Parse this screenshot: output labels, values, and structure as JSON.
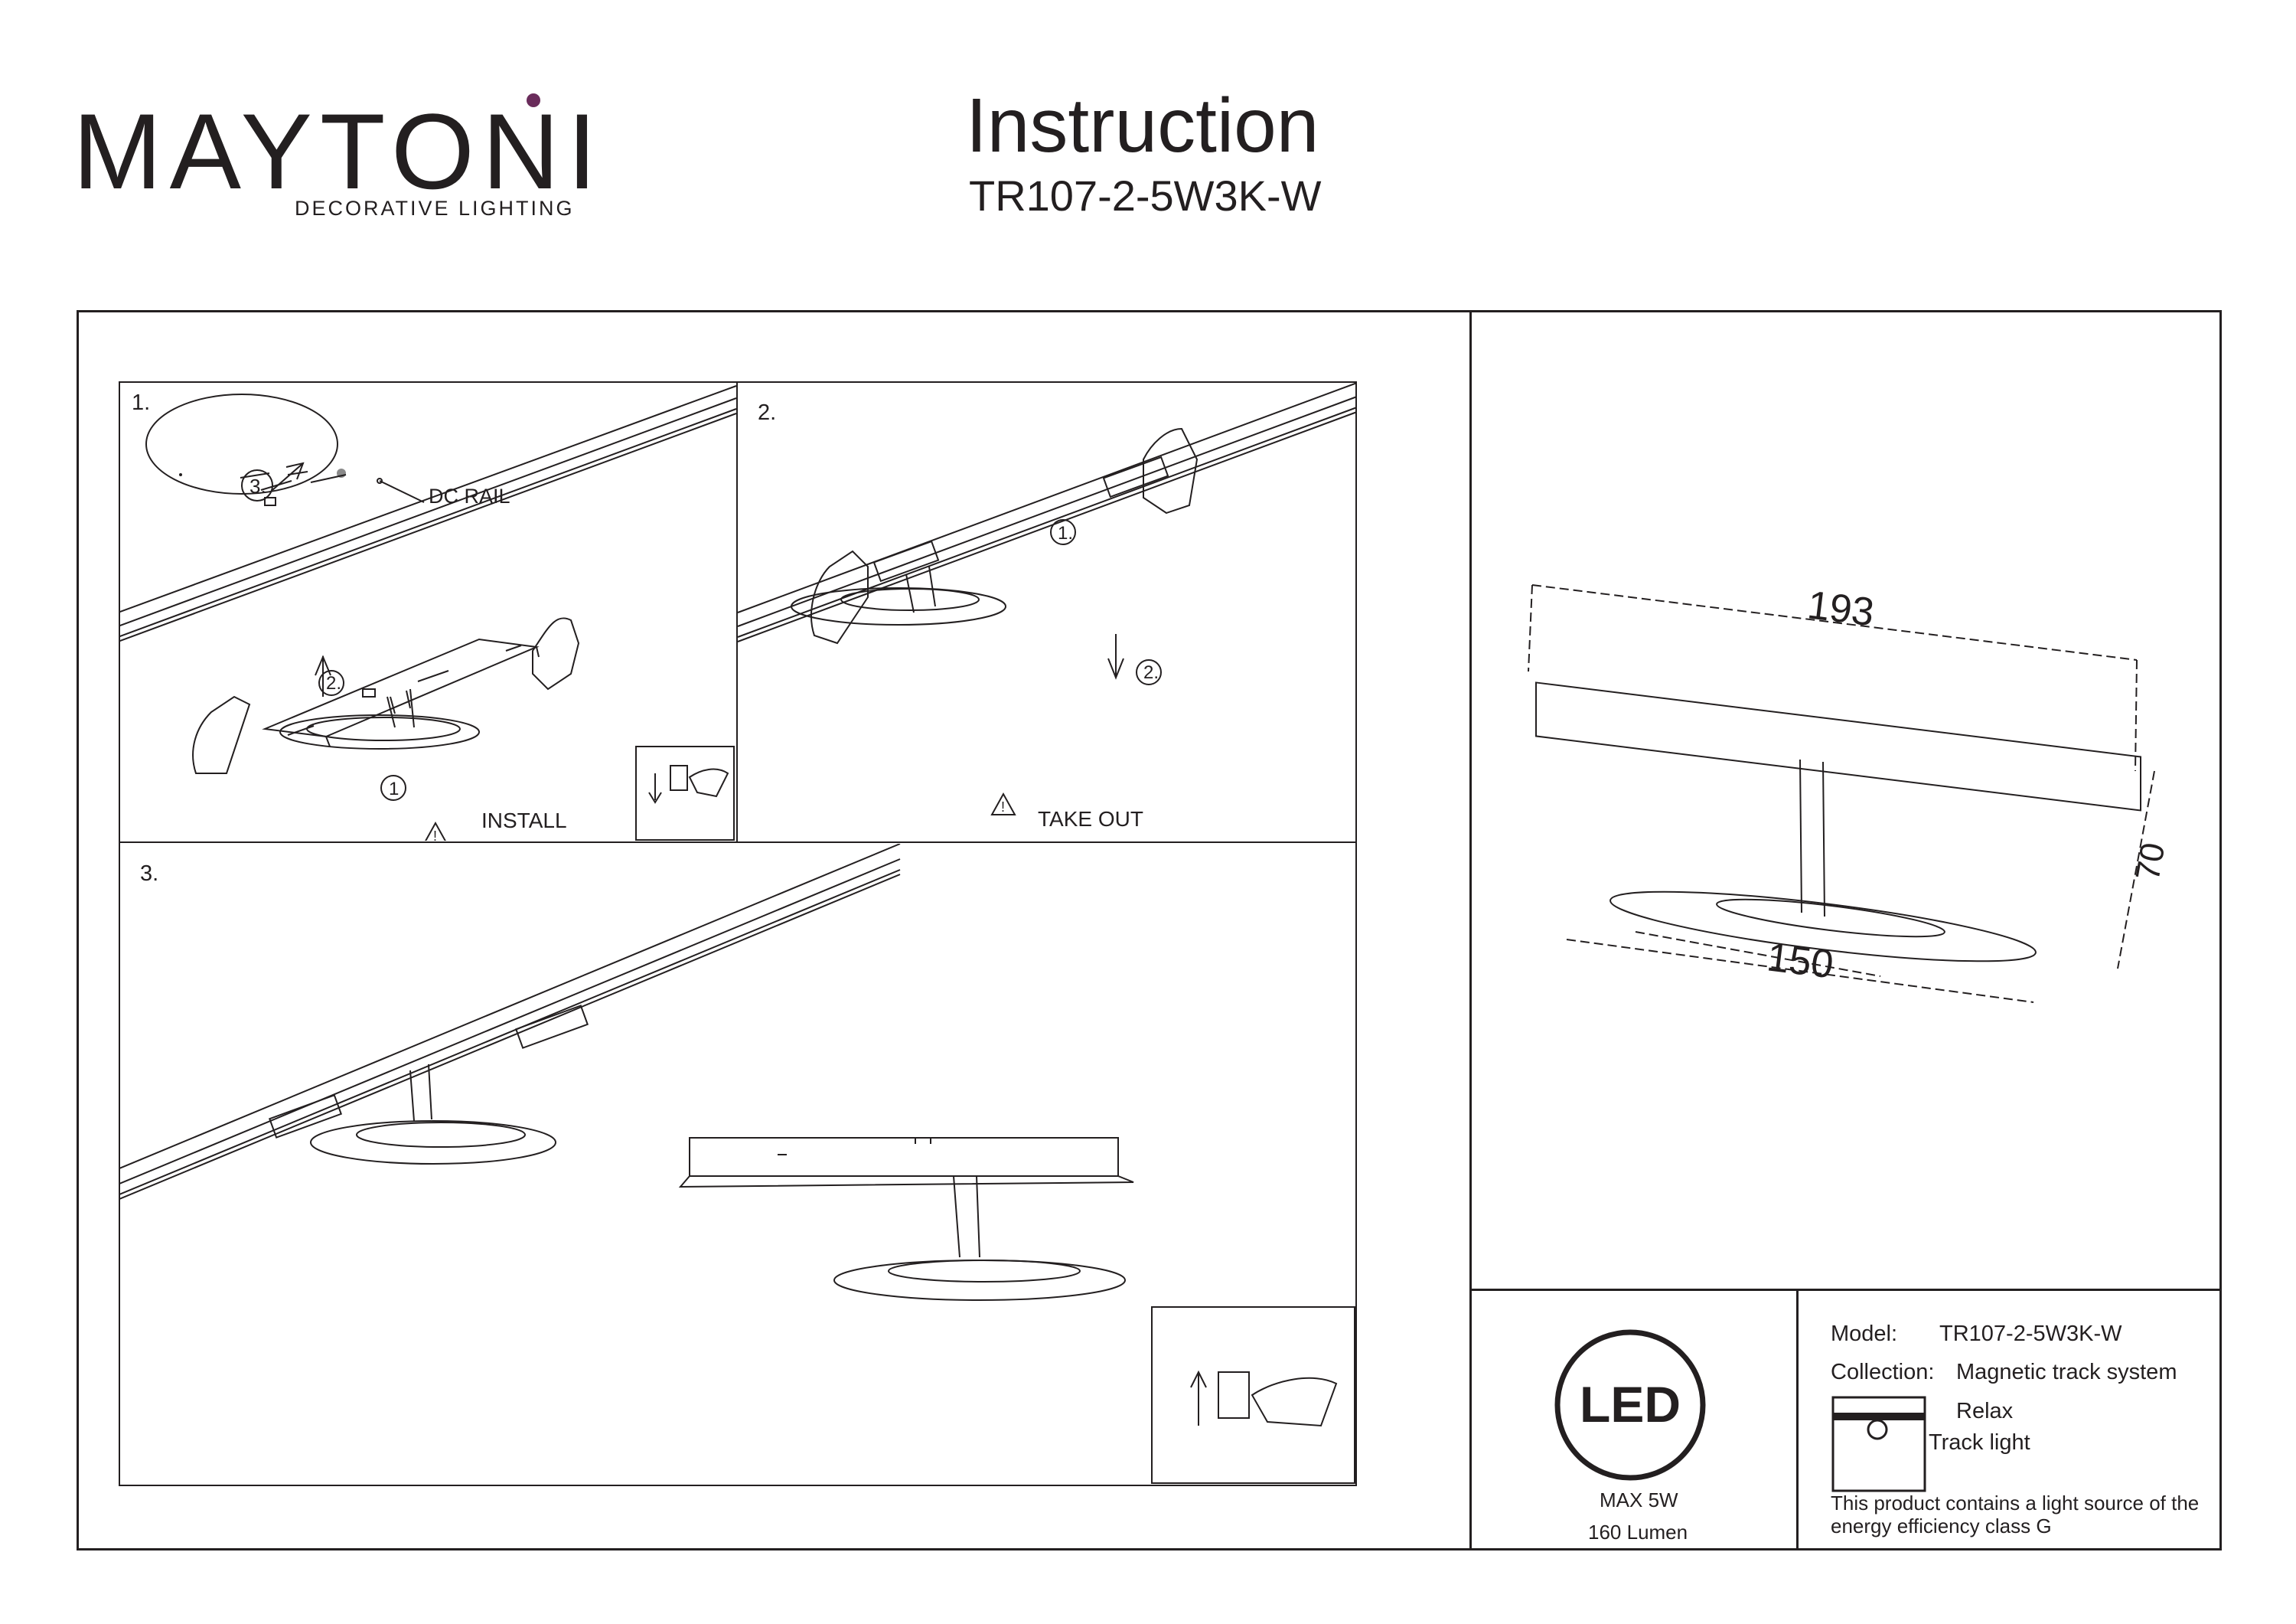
{
  "brand": {
    "logo_text": "MAYTONI",
    "tagline": "DECORATIVE LIGHTING",
    "accent_color": "#6a2c5b"
  },
  "header": {
    "title": "Instruction",
    "model_code": "TR107-2-5W3K-W"
  },
  "steps": [
    {
      "number": "1.",
      "caption": "INSTALL",
      "rail_label": "DC RAIL",
      "callouts": [
        "1",
        "2.",
        "3."
      ],
      "icons": [
        "warning-icon",
        "power-off-icon"
      ]
    },
    {
      "number": "2.",
      "caption": "TAKE OUT",
      "callouts": [
        "1.",
        "2."
      ],
      "icons": [
        "warning-icon"
      ]
    },
    {
      "number": "3.",
      "icons": [
        "power-on-icon"
      ]
    }
  ],
  "dimensions": {
    "length": "193",
    "height": "70",
    "diameter": "150"
  },
  "specs": {
    "led_label": "LED",
    "max_power": "MAX 5W",
    "lumen": "160 Lumen",
    "model_label": "Model:",
    "model_value": "TR107-2-5W3K-W",
    "collection_label": "Collection:",
    "collection_value": "Magnetic track system",
    "series": "Relax",
    "type": "Track light",
    "energy_note_line1": "This product contains a light source of the",
    "energy_note_line2": "energy efficiency class G"
  }
}
